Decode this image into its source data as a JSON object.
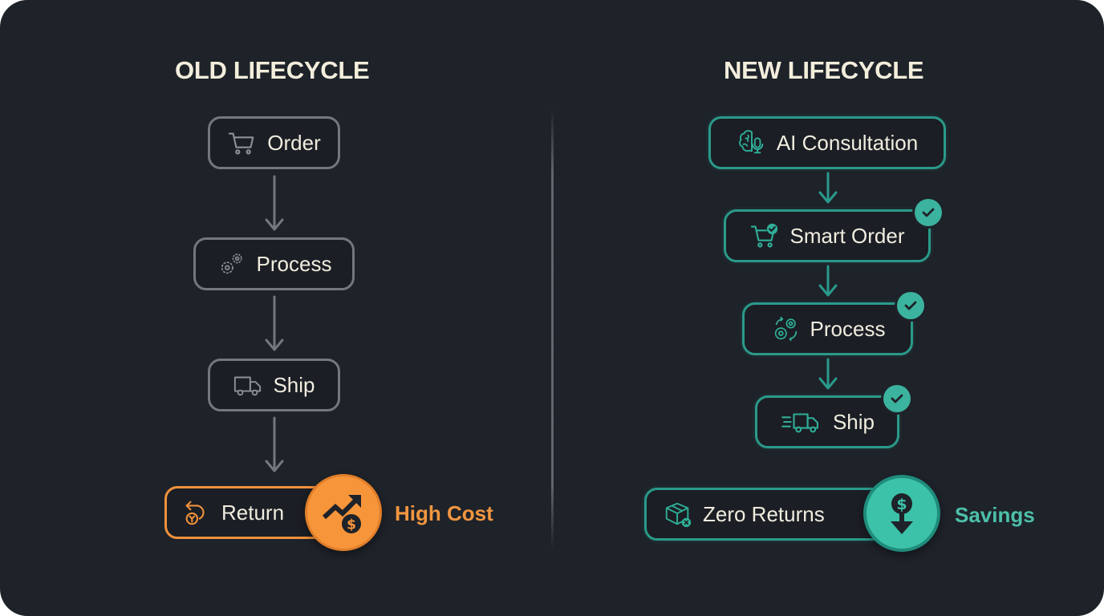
{
  "old_lifecycle": {
    "title": "OLD LIFECYCLE",
    "steps": [
      {
        "label": "Order",
        "icon": "cart-icon"
      },
      {
        "label": "Process",
        "icon": "gears-icon"
      },
      {
        "label": "Ship",
        "icon": "truck-icon"
      },
      {
        "label": "Return",
        "icon": "return-icon"
      }
    ],
    "outcome": {
      "label": "High Cost",
      "icon": "rising-cost-icon",
      "color": "#f29640"
    }
  },
  "new_lifecycle": {
    "title": "NEW LIFECYCLE",
    "steps": [
      {
        "label": "AI Consultation",
        "icon": "brain-mic-icon",
        "checked": false
      },
      {
        "label": "Smart Order",
        "icon": "cart-check-icon",
        "checked": true
      },
      {
        "label": "Process",
        "icon": "gears-cycle-icon",
        "checked": true
      },
      {
        "label": "Ship",
        "icon": "fast-truck-icon",
        "checked": true
      },
      {
        "label": "Zero Returns",
        "icon": "box-x-icon",
        "checked": false
      }
    ],
    "outcome": {
      "label": "Savings",
      "icon": "dollar-down-icon",
      "color": "#4cc0a9"
    }
  },
  "colors": {
    "background": "#1e2229",
    "old_border": "#74777c",
    "new_accent": "#2a9a8a",
    "cost_accent": "#f7953a",
    "savings_accent": "#3cc2a8",
    "title_text": "#f3eedc"
  }
}
